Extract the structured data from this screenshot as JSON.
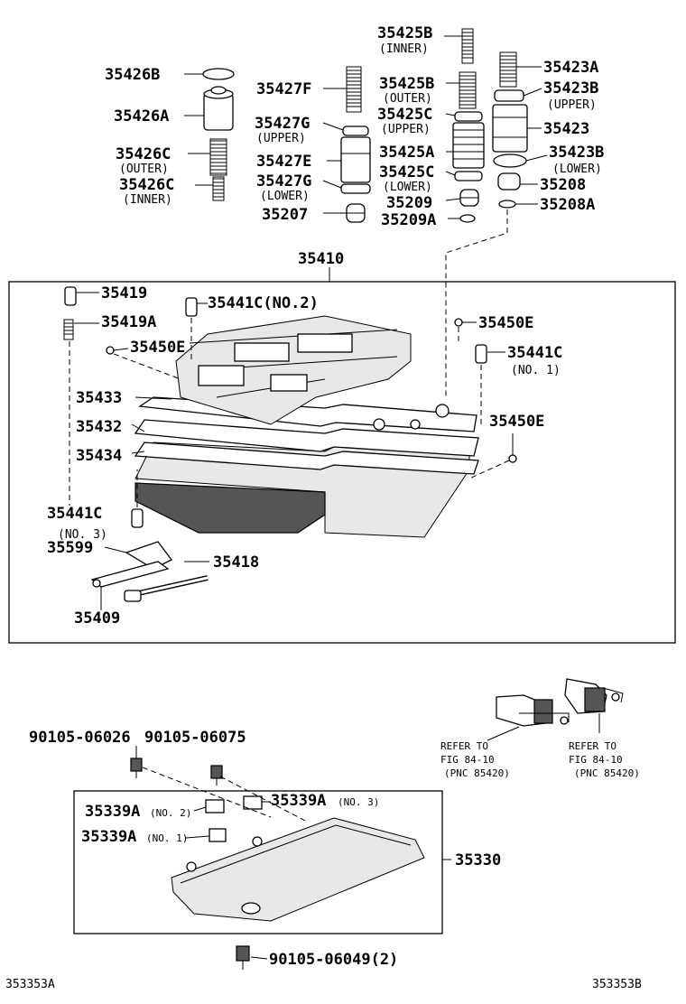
{
  "top_labels": {
    "l35426B": "35426B",
    "l35426A": "35426A",
    "l35426C_outer": "35426C",
    "q_outer_1": "(OUTER)",
    "l35426C_inner": "35426C",
    "q_inner_1": "(INNER)",
    "l35427F": "35427F",
    "l35427G_upper": "35427G",
    "q_upper_1": "(UPPER)",
    "l35427E": "35427E",
    "l35427G_lower": "35427G",
    "q_lower_1": "(LOWER)",
    "l35207": "35207",
    "l35425B_inner": "35425B",
    "q_inner_2": "(INNER)",
    "l35425B_outer": "35425B",
    "q_outer_2": "(OUTER)",
    "l35425C_upper": "35425C",
    "q_upper_2": "(UPPER)",
    "l35425A": "35425A",
    "l35425C_lower": "35425C",
    "q_lower_2": "(LOWER)",
    "l35209": "35209",
    "l35209A": "35209A",
    "l35423A": "35423A",
    "l35423B_upper": "35423B",
    "q_upper_3": "(UPPER)",
    "l35423": "35423",
    "l35423B_lower": "35423B",
    "q_lower_3": "(LOWER)",
    "l35208": "35208",
    "l35208A": "35208A"
  },
  "valve_body": {
    "assembly": "35410",
    "l35419": "35419",
    "l35419A": "35419A",
    "l35441C_no2": "35441C(NO.2)",
    "l35450E_a": "35450E",
    "l35450E_b": "35450E",
    "l35441C_no1": "35441C",
    "q_no1": "(NO. 1)",
    "l35433": "35433",
    "l35432": "35432",
    "l35434": "35434",
    "l35450E_c": "35450E",
    "l35441C_no3": "35441C",
    "q_no3": "(NO. 3)",
    "l35599": "35599",
    "l35418": "35418",
    "l35409": "35409"
  },
  "pan": {
    "bolt_a": "90105-06026",
    "bolt_b": "90105-06075",
    "g_no2": "35339A",
    "g_no2_q": "(NO. 2)",
    "g_no3": "35339A",
    "g_no3_q": "(NO. 3)",
    "g_no1": "35339A",
    "g_no1_q": "(NO. 1)",
    "pan_part": "35330",
    "drain_bolt": "90105-06049(2)"
  },
  "refer": {
    "a_line1": "REFER TO",
    "a_line2": "FIG  84-10",
    "a_line3": "(PNC 85420)",
    "b_line1": "REFER TO",
    "b_line2": "FIG  84-10",
    "b_line3": "(PNC 85420)"
  },
  "footer": {
    "left_code": "353353A",
    "right_code": "353353B"
  }
}
